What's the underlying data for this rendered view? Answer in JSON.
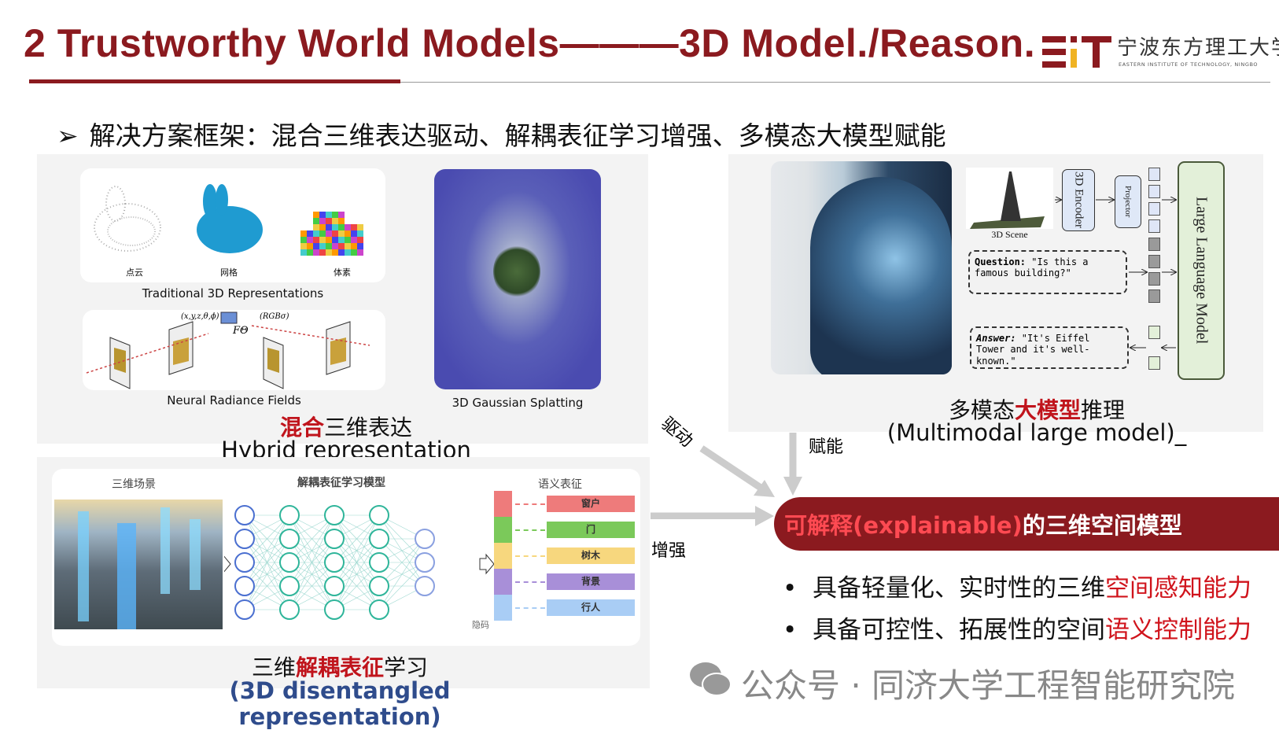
{
  "header": {
    "title": "2 Trustworthy World Models———3D Model./Reason.",
    "logo_mark": "EiT",
    "logo_cn": "宁波东方理工大学",
    "logo_en": "EASTERN INSTITUTE OF TECHNOLOGY, NINGBO",
    "colors": {
      "brand": "#8b1a1f",
      "accent_yellow": "#f0b323"
    }
  },
  "headline": {
    "bullet": "➢",
    "text": "解决方案框架：混合三维表达驱动、解耦表征学习增强、多模态大模型赋能"
  },
  "hybrid": {
    "trad_labels": [
      "点云",
      "网格",
      "体素"
    ],
    "trad_caption": "Traditional 3D Representations",
    "nerf_input": "(x,y,z,θ,ϕ)",
    "nerf_output": "(RGBσ)",
    "nerf_fn": "FΘ",
    "nerf_caption": "Neural Radiance Fields",
    "gs_caption": "3D Gaussian Splatting",
    "title_red": "混合",
    "title_rest": "三维表达",
    "title_en": "Hybrid representation"
  },
  "multimodal": {
    "scene_label": "3D Scene",
    "encoder": "3D Encoder",
    "projector": "Projector",
    "llm": "Large Language Model",
    "question_key": "Question:",
    "question_text": " \"Is this a famous building?\"",
    "answer_key": "Answer:",
    "answer_text": " \"It's Eiffel Tower and it's well-known.\"",
    "title_pre": "多模态",
    "title_red": "大模型",
    "title_post": "推理",
    "title_en": "(Multimodal large model)_"
  },
  "disentangle": {
    "scene_label": "三维场景",
    "model_label": "解耦表征学习模型",
    "semantic_label": "语义表征",
    "latent_label": "隐码",
    "classes": [
      {
        "label": "窗户",
        "color": "#ee7b7b"
      },
      {
        "label": "门",
        "color": "#7bc95a"
      },
      {
        "label": "树木",
        "color": "#f7d77e"
      },
      {
        "label": "背景",
        "color": "#a88fd8"
      },
      {
        "label": "行人",
        "color": "#a9cdf5"
      }
    ],
    "title_pre": "三维",
    "title_red": "解耦表征",
    "title_post": "学习",
    "title_en1": "(3D disentangled",
    "title_en2": "representation)"
  },
  "flow": {
    "drive": "驱动",
    "empower": "赋能",
    "enhance": "增强",
    "result_red": "可解释(explainable)",
    "result_white": "的三维空间模型"
  },
  "capabilities": [
    {
      "pre": "具备轻量化、实时性的三维",
      "red": "空间感知能力"
    },
    {
      "pre": "具备可控性、拓展性的空间",
      "red": "语义控制能力"
    }
  ],
  "watermark": "公众号 · 同济大学工程智能研究院"
}
